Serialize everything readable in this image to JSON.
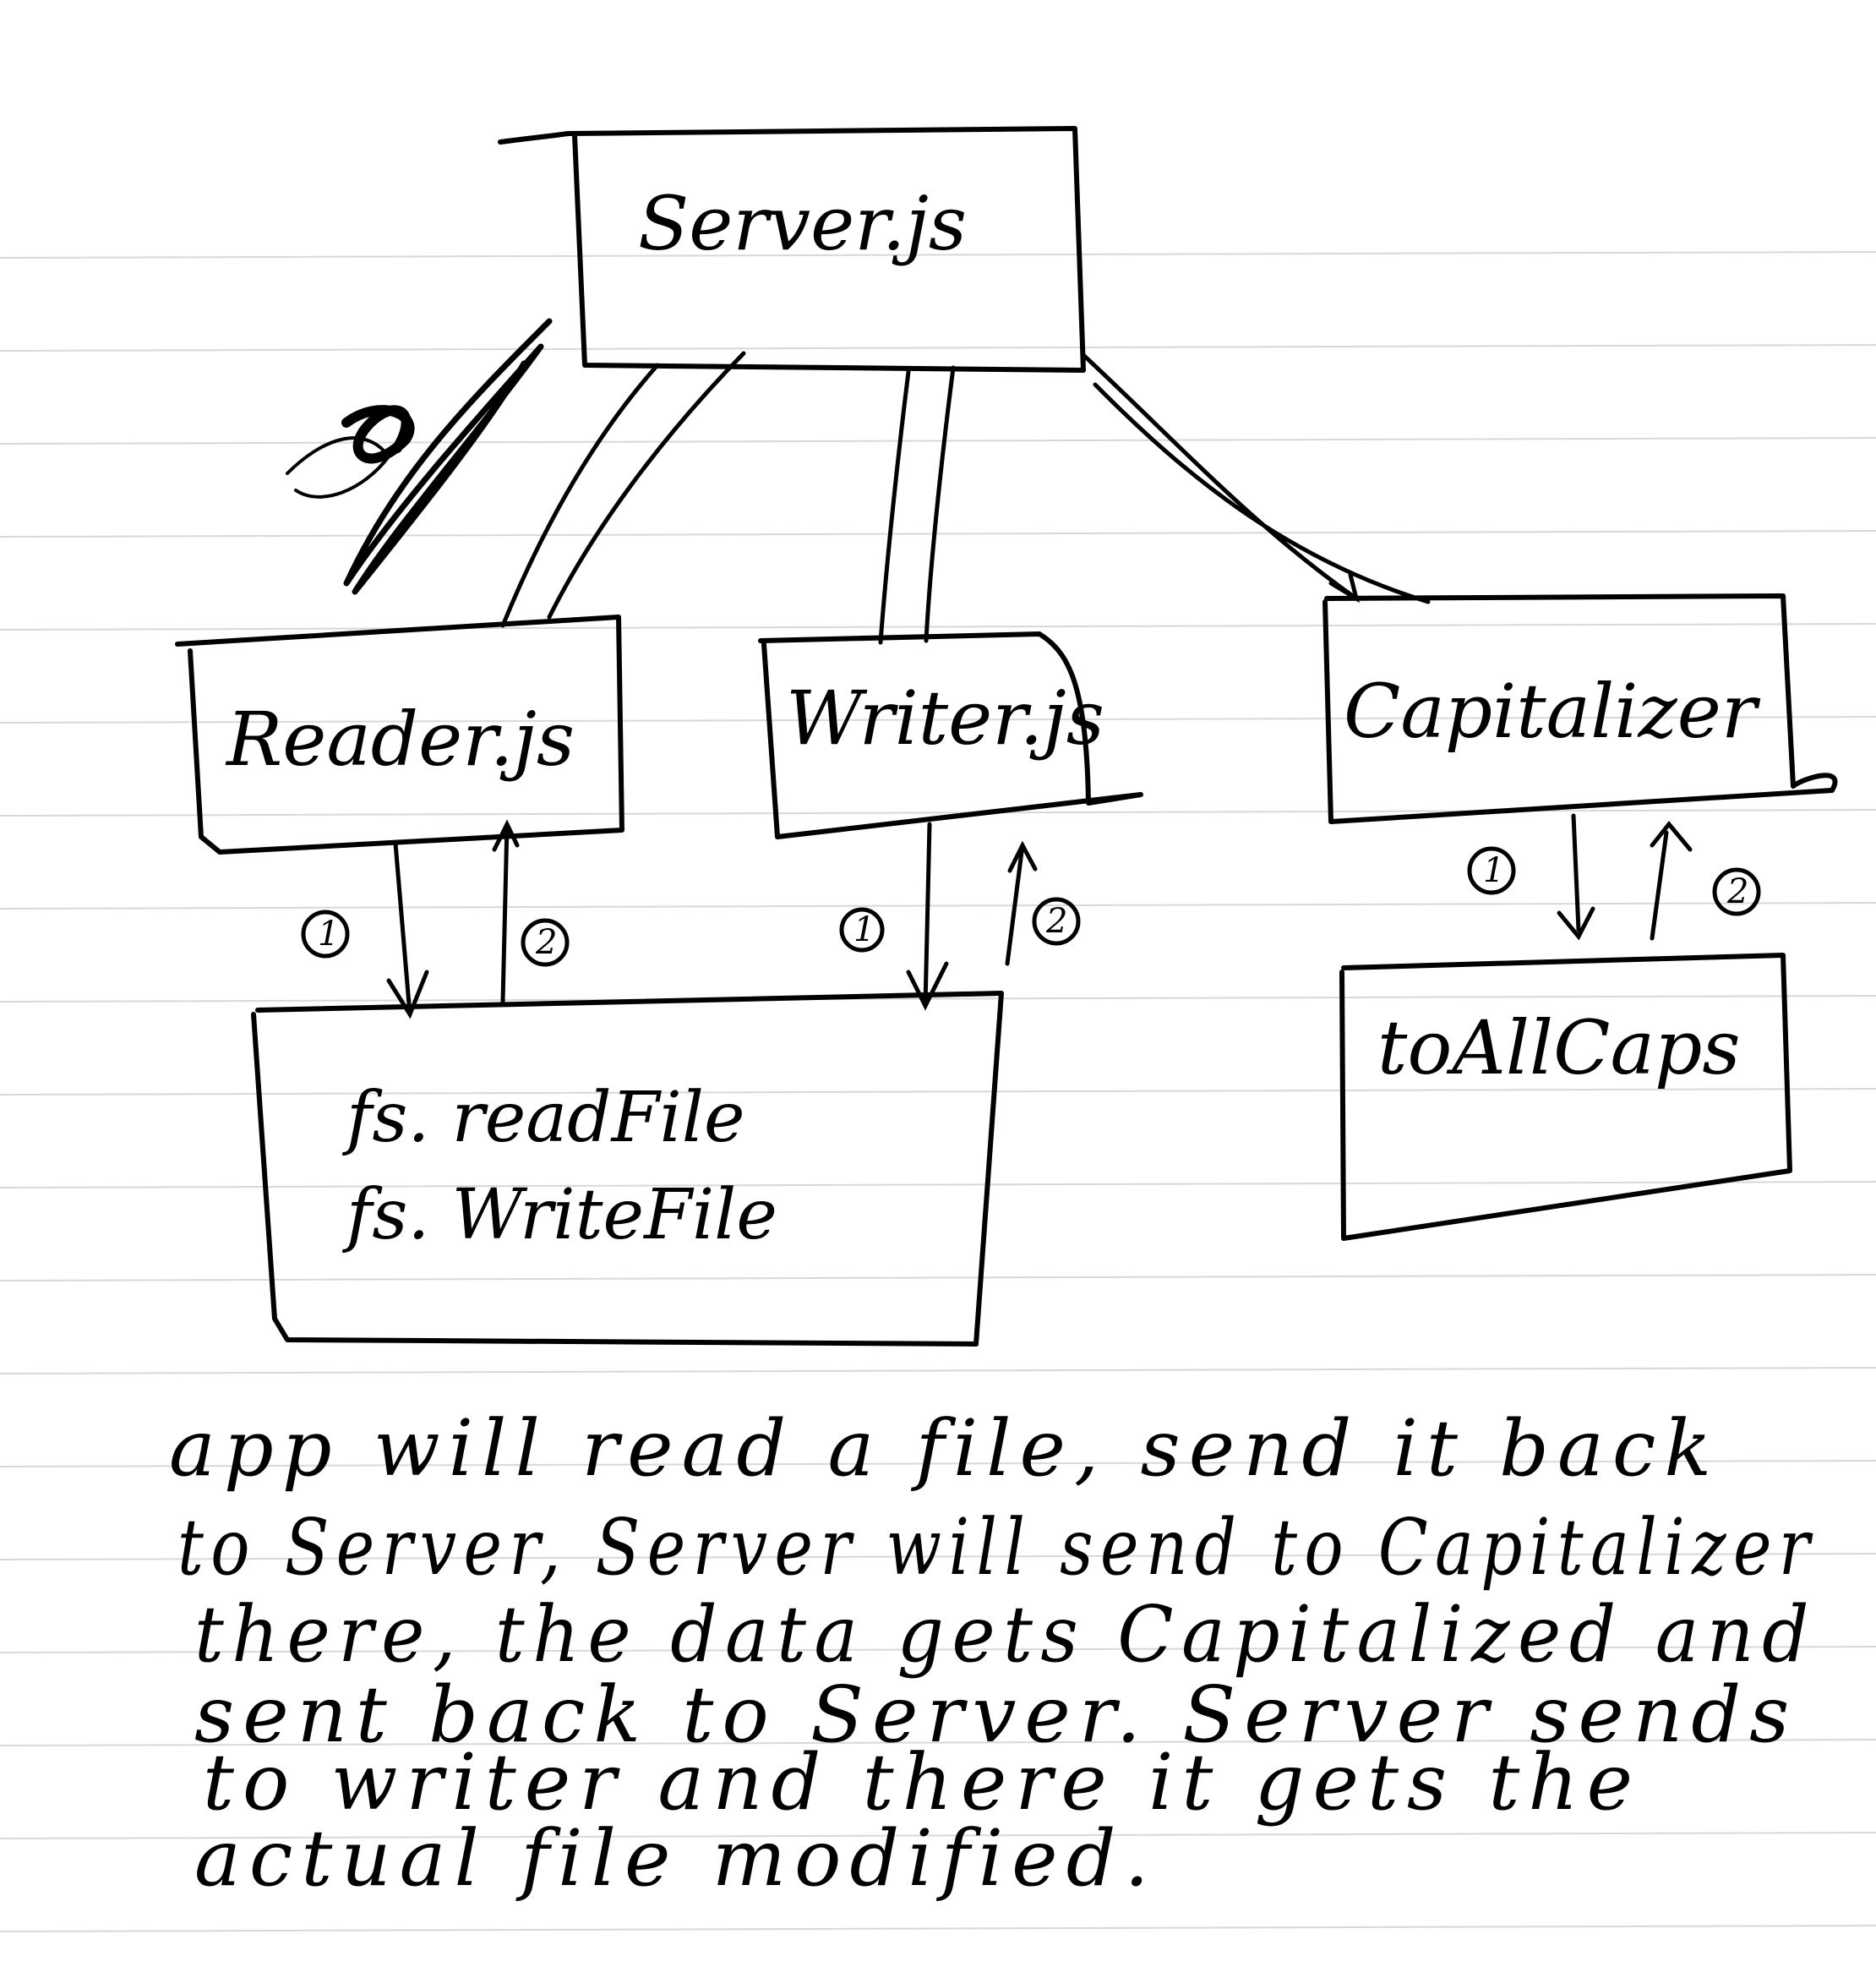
{
  "diagram": {
    "nodes": {
      "server": "Server.js",
      "reader": "Reader.js",
      "writer": "Writer.js",
      "capitalizer": "Capitalizer",
      "fs": [
        "fs. readFile",
        "fs. WriteFile"
      ],
      "caps": "toAllCaps"
    },
    "step_markers": {
      "reader_out": "1",
      "reader_in": "2",
      "writer_out": "1",
      "writer_in": "2",
      "cap_out": "1",
      "cap_in": "2"
    }
  },
  "notes": [
    "app will read a file, send it back",
    "to Server, Server will send to Capitalizer",
    "there, the data gets Capitalized and",
    "sent back to Server. Server sends",
    "to writer and there it gets the",
    "actual file modified."
  ]
}
